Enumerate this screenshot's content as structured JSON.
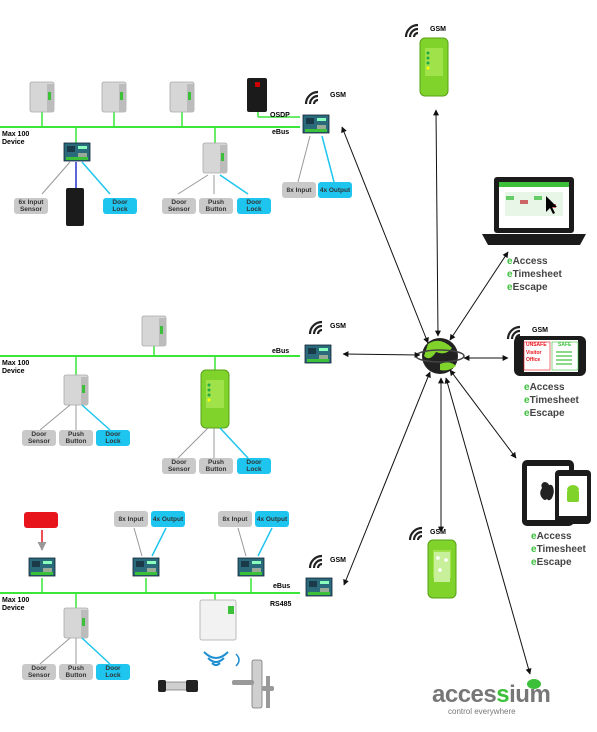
{
  "labels": {
    "max_device": "Max 100\nDevice",
    "osdp": "OSDP",
    "ebus": "eBus",
    "gsm": "GSM",
    "rs485": "RS485"
  },
  "section1": {
    "chips": {
      "input_sensor": "6x Input\nSensor",
      "door_lock_a": "Door\nLock",
      "door_sensor": "Door\nSensor",
      "push_button": "Push\nButton",
      "door_lock_b": "Door\nLock",
      "gsm_input": "8x Input",
      "gsm_output": "4x Output"
    }
  },
  "section2": {
    "chips": {
      "door_sensor_a": "Door\nSensor",
      "push_button_a": "Push\nButton",
      "door_lock_a": "Door\nLock",
      "door_sensor_b": "Door\nSensor",
      "push_button_b": "Push\nButton",
      "door_lock_b": "Door\nLock"
    }
  },
  "section3": {
    "chips": {
      "alarm": "",
      "input_a": "8x Input",
      "output_a": "4x Output",
      "input_b": "8x Input",
      "output_b": "4x Output",
      "door_sensor": "Door\nSensor",
      "push_button": "Push\nButton",
      "door_lock": "Door\nLock"
    }
  },
  "apps": {
    "laptop": [
      "Access",
      "Timesheet",
      "Escape"
    ],
    "phone": [
      "Access",
      "Timesheet",
      "Escape"
    ],
    "tablet": [
      "Access",
      "Timesheet",
      "Escape"
    ],
    "prefix": "e"
  },
  "phone_screen": {
    "unsafe": "UNSAFE",
    "safe": "SAFE",
    "visitor": "Visitor",
    "office": "Office"
  },
  "brand": {
    "name_a": "acces",
    "name_b": "s",
    "name_c": "ium",
    "tagline": "control everywhere"
  },
  "colors": {
    "bus_green": "#39e639",
    "lock_blue": "#1ec5ee",
    "chip_grey": "#c9c9c9",
    "device_green": "#7fd32a",
    "alarm_red": "#e8141b"
  }
}
